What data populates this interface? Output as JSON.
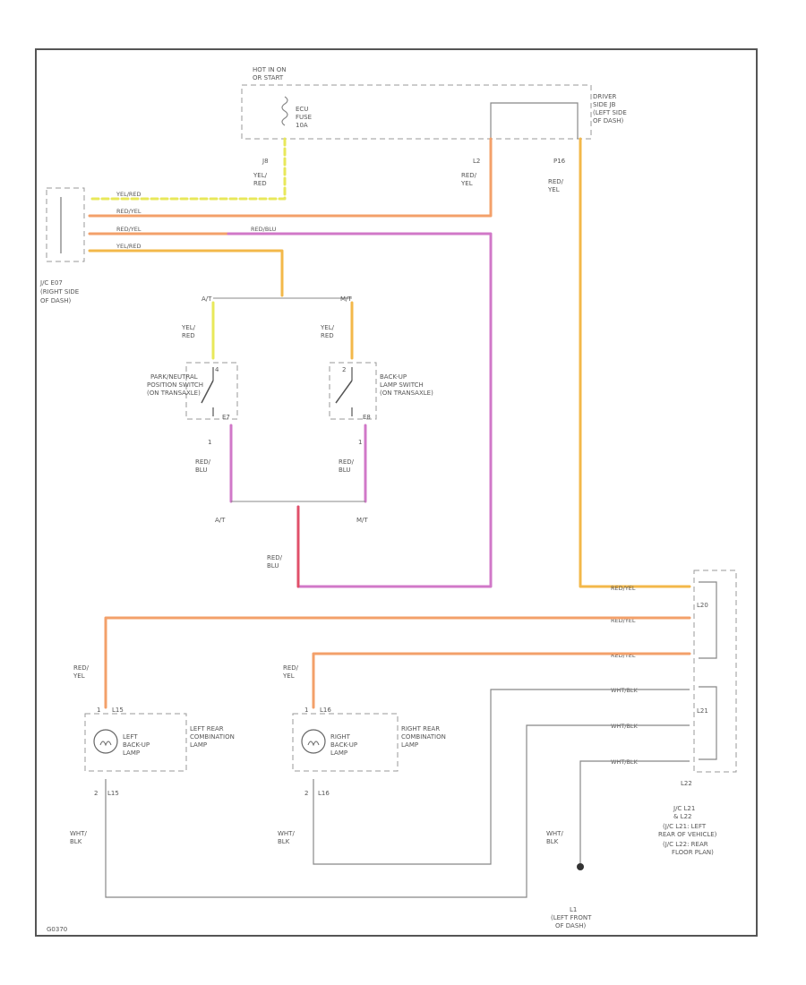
{
  "colors": {
    "yel_red": "#e8e85a",
    "red_yel": "#f3a06a",
    "red_blu": "#d178c8",
    "red_blu_dark": "#e0506a",
    "wht_blk": "#9a9a9a",
    "border": "#555555"
  },
  "fuse_box": {
    "title_line1": "HOT IN ON",
    "title_line2": "OR START",
    "fuse_line1": "ECU",
    "fuse_line2": "FUSE",
    "fuse_line3": "10A"
  },
  "driver_jb": {
    "line1": "DRIVER",
    "line2": "SIDE JB",
    "line3": "(LEFT SIDE",
    "line4": "OF DASH)"
  },
  "connectors": {
    "j8": "J8",
    "l2": "L2",
    "p16": "P16",
    "j_c_line1": "J/C E07",
    "j_c_line2": "(RIGHT SIDE",
    "j_c_line3": "OF DASH)"
  },
  "wires": {
    "yel_red_a": "YEL/RED",
    "red_yel_a": "RED/YEL",
    "red_yel_b": "RED/YEL",
    "yel_red_b": "YEL/RED",
    "red_blu_a": "RED/BLU",
    "yel_red_stack_1": "YEL/",
    "yel_red_stack_2": "RED",
    "red_yel_stack_1": "RED/",
    "red_yel_stack_2": "YEL",
    "red_blu_stack_1": "RED/",
    "red_blu_stack_2": "BLU",
    "wht_blk_stack_1": "WHT/",
    "wht_blk_stack_2": "BLK",
    "red_yel_r1": "RED/YEL",
    "red_yel_r2": "RED/YEL",
    "red_yel_r3": "RED/YEL",
    "wht_blk_r1": "WHT/BLK",
    "wht_blk_r2": "WHT/BLK",
    "wht_blk_r3": "WHT/BLK"
  },
  "transmission": {
    "at": "A/T",
    "mt": "M/T"
  },
  "pn_switch": {
    "line1": "PARK/NEUTRAL",
    "line2": "POSITION SWITCH",
    "line3": "(ON TRANSAXLE)",
    "pin_top": "4",
    "pin_bottom": "1",
    "conn": "E7"
  },
  "backup_switch": {
    "line1": "BACK-UP",
    "line2": "LAMP SWITCH",
    "line3": "(ON TRANSAXLE)",
    "pin_top": "2",
    "pin_bottom": "1",
    "conn": "E8"
  },
  "right_jc": {
    "l20": "L20",
    "l21": "L21",
    "l22": "L22",
    "line1": "J/C L21",
    "line2": "& L22",
    "line3": "(J/C L21: LEFT",
    "line4": "REAR OF VEHICLE)",
    "line5": "(J/C L22: REAR",
    "line6": "FLOOR PLAN)"
  },
  "left_lamp": {
    "conn_top": "L15",
    "conn_bottom": "L15",
    "pin_top": "1",
    "pin_bottom": "2",
    "line1": "LEFT",
    "line2": "BACK-UP",
    "line3": "LAMP",
    "desc1": "LEFT REAR",
    "desc2": "COMBINATION",
    "desc3": "LAMP"
  },
  "right_lamp": {
    "conn_top": "L16",
    "conn_bottom": "L16",
    "pin_top": "1",
    "pin_bottom": "2",
    "line1": "RIGHT",
    "line2": "BACK-UP",
    "line3": "LAMP",
    "desc1": "RIGHT REAR",
    "desc2": "COMBINATION",
    "desc3": "LAMP"
  },
  "ground": {
    "id": "L1",
    "line1": "(LEFT FRONT",
    "line2": "OF DASH)"
  },
  "footer": {
    "code": "G0370"
  }
}
